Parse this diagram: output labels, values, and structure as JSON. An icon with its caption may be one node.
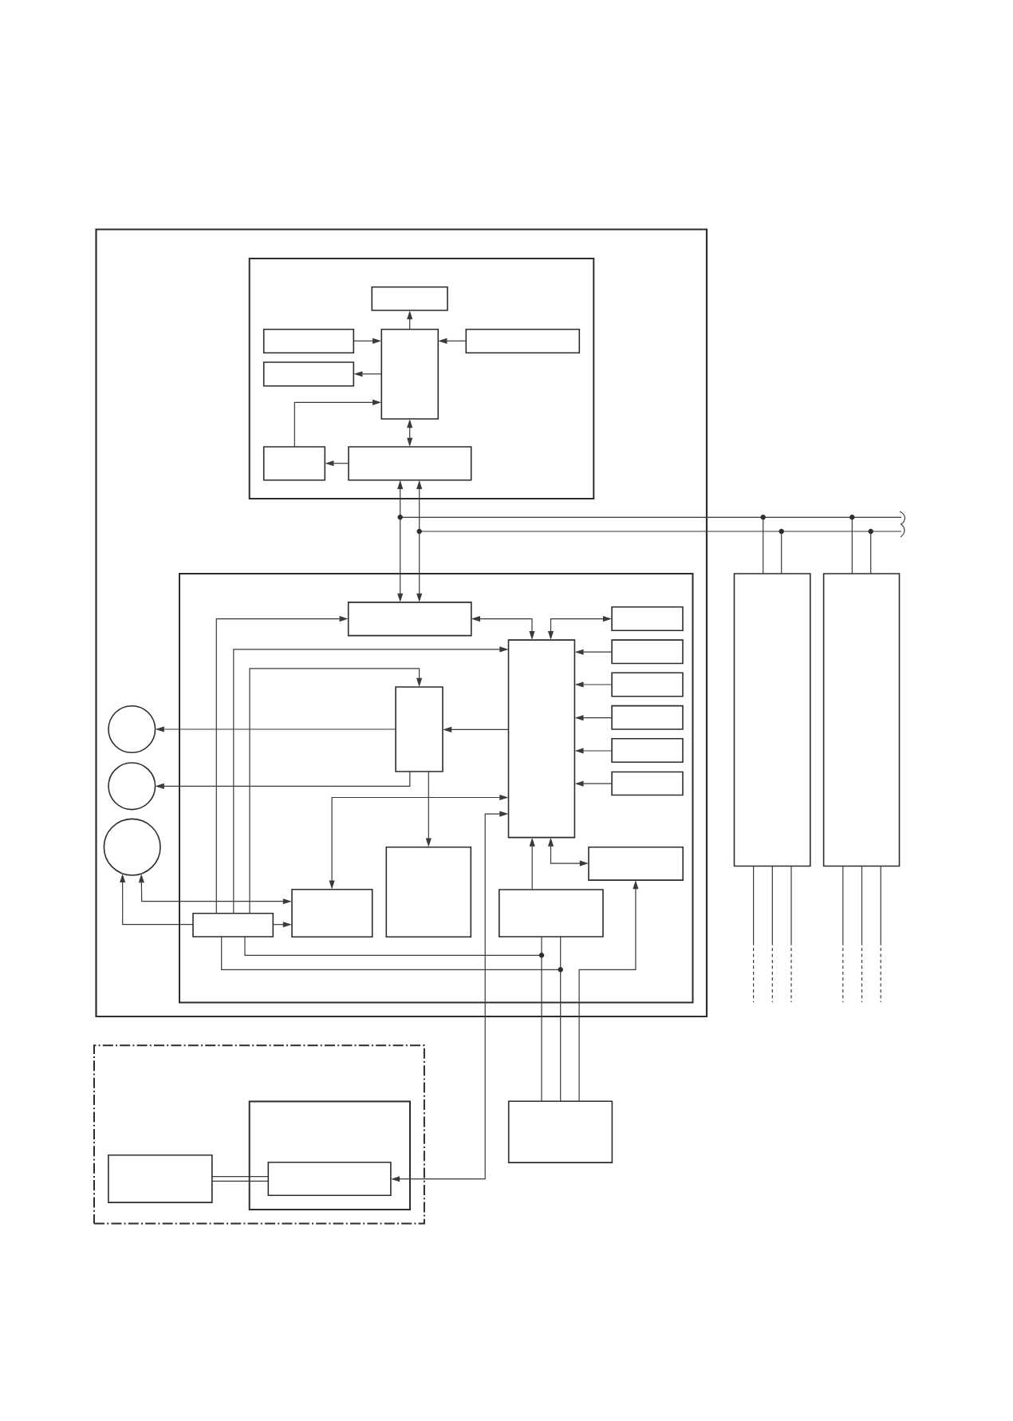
{
  "diagram": {
    "nodes": [
      {
        "text": [],
        "shape": "box"
      },
      {
        "text": [],
        "shape": "box",
        "in": 0
      },
      {
        "text": [],
        "shape": "box",
        "in": 1
      },
      {
        "text": [],
        "shape": "box",
        "in": 1
      },
      {
        "text": [],
        "shape": "box",
        "in": 1
      },
      {
        "text": [],
        "shape": "box",
        "in": 1
      },
      {
        "text": [],
        "shape": "box",
        "in": 1
      },
      {
        "text": [],
        "shape": "box",
        "in": 1
      },
      {
        "text": [],
        "shape": "box",
        "in": 1
      },
      {
        "text": [],
        "shape": "box"
      },
      {
        "text": [],
        "shape": "box"
      },
      {
        "text": [],
        "shape": "box",
        "in": 0
      },
      {
        "text": [],
        "shape": "box",
        "in": 11
      },
      {
        "text": [],
        "shape": "box",
        "in": 11
      },
      {
        "text": [],
        "shape": "box",
        "in": 11
      },
      {
        "text": [],
        "shape": "box",
        "in": 11
      },
      {
        "text": [],
        "shape": "box",
        "in": 11
      },
      {
        "text": [],
        "shape": "box",
        "in": 11
      },
      {
        "text": [],
        "shape": "box",
        "in": 11
      },
      {
        "text": [],
        "shape": "circle",
        "in": 0
      },
      {
        "text": [],
        "shape": "box",
        "in": 11
      },
      {
        "text": [],
        "shape": "circle",
        "in": 0
      },
      {
        "text": [],
        "shape": "box",
        "in": 11
      },
      {
        "text": [],
        "shape": "circle",
        "in": 0
      },
      {
        "text": [],
        "shape": "box",
        "in": 11
      },
      {
        "text": [],
        "shape": "box",
        "in": 11
      },
      {
        "text": [],
        "shape": "box",
        "in": 11
      },
      {
        "text": [],
        "shape": "box",
        "in": 11
      },
      {
        "text": [],
        "shape": "box",
        "in": 11
      },
      {
        "text": [],
        "shape": "box"
      },
      {
        "text": [],
        "shape": "box",
        "in": 29
      },
      {
        "text": [],
        "shape": "box"
      },
      {
        "text": [],
        "shape": "box",
        "in": 29
      },
      {
        "text": [],
        "shape": "box",
        "in": 30
      }
    ],
    "edges": [
      {
        "from": 4,
        "to": 2,
        "arrow": "to"
      },
      {
        "from": 3,
        "to": 4,
        "arrow": "to"
      },
      {
        "from": 5,
        "to": 4,
        "arrow": "to"
      },
      {
        "from": 4,
        "to": 6,
        "arrow": "to"
      },
      {
        "from": 7,
        "to": 4,
        "arrow": "to"
      },
      {
        "from": 4,
        "to": 8,
        "arrow": "both"
      },
      {
        "from": 8,
        "to": 7,
        "arrow": "to"
      },
      {
        "from": 8,
        "to": 12,
        "arrow": "both"
      },
      {
        "from": 8,
        "to": 12,
        "arrow": "both"
      },
      {
        "from": 9,
        "to": 8,
        "arrow": "to"
      },
      {
        "from": 9,
        "to": 12,
        "arrow": "to"
      },
      {
        "from": 10,
        "to": 8,
        "arrow": "to"
      },
      {
        "from": 10,
        "to": 12,
        "arrow": "to"
      },
      {
        "from": 9,
        "to": 8,
        "arrow": "to"
      },
      {
        "from": 9,
        "to": 12,
        "arrow": "to"
      },
      {
        "from": 10,
        "to": 8,
        "arrow": "to"
      },
      {
        "from": 10,
        "to": 12,
        "arrow": "to"
      },
      {
        "from": null,
        "to": 8,
        "arrow": "to"
      },
      {
        "from": null,
        "to": 12,
        "arrow": "to"
      },
      {
        "from": null,
        "to": 8,
        "arrow": "to"
      },
      {
        "from": null,
        "to": 12,
        "arrow": "to"
      },
      {
        "from": 12,
        "to": 14,
        "arrow": "both"
      },
      {
        "from": 14,
        "to": 13,
        "arrow": "both"
      },
      {
        "from": 15,
        "to": 14,
        "arrow": "to"
      },
      {
        "from": 16,
        "to": 14,
        "arrow": "to"
      },
      {
        "from": 18,
        "to": 14,
        "arrow": "to"
      },
      {
        "from": 20,
        "to": 14,
        "arrow": "to"
      },
      {
        "from": 22,
        "to": 14,
        "arrow": "to"
      },
      {
        "from": 14,
        "to": 17,
        "arrow": "to"
      },
      {
        "from": 17,
        "to": 19,
        "arrow": "to"
      },
      {
        "from": 17,
        "to": 21,
        "arrow": "to"
      },
      {
        "from": 17,
        "to": 24,
        "arrow": "to"
      },
      {
        "from": 28,
        "to": 12,
        "arrow": "to"
      },
      {
        "from": 28,
        "to": 14,
        "arrow": "to"
      },
      {
        "from": 28,
        "to": 17,
        "arrow": "to"
      },
      {
        "from": 26,
        "to": 14,
        "arrow": "both"
      },
      {
        "from": 14,
        "to": 33,
        "arrow": "both"
      },
      {
        "from": 23,
        "to": 26,
        "arrow": "both"
      },
      {
        "from": 28,
        "to": 23,
        "arrow": "to"
      },
      {
        "from": 28,
        "to": 26,
        "arrow": "to"
      },
      {
        "from": 27,
        "to": 14,
        "arrow": "to"
      },
      {
        "from": 14,
        "to": 25,
        "arrow": "both"
      },
      {
        "from": 27,
        "to": 31,
        "arrow": "none"
      },
      {
        "from": 27,
        "to": 31,
        "arrow": "none"
      },
      {
        "from": 28,
        "to": 27,
        "arrow": "none"
      },
      {
        "from": 28,
        "to": 31,
        "arrow": "none"
      },
      {
        "from": 28,
        "to": 27,
        "arrow": "none"
      },
      {
        "from": 28,
        "to": 31,
        "arrow": "none"
      },
      {
        "from": 31,
        "to": 25,
        "arrow": "to"
      },
      {
        "from": 9,
        "to": null,
        "arrow": "none",
        "style": "dashed"
      },
      {
        "from": 9,
        "to": null,
        "arrow": "none",
        "style": "dashed"
      },
      {
        "from": 9,
        "to": null,
        "arrow": "none",
        "style": "dashed"
      },
      {
        "from": 10,
        "to": null,
        "arrow": "none",
        "style": "dashed"
      },
      {
        "from": 10,
        "to": null,
        "arrow": "none",
        "style": "dashed"
      },
      {
        "from": 10,
        "to": null,
        "arrow": "none",
        "style": "dashed"
      },
      {
        "from": 32,
        "to": 33,
        "arrow": "none"
      },
      {
        "from": 32,
        "to": 33,
        "arrow": "none"
      }
    ]
  }
}
